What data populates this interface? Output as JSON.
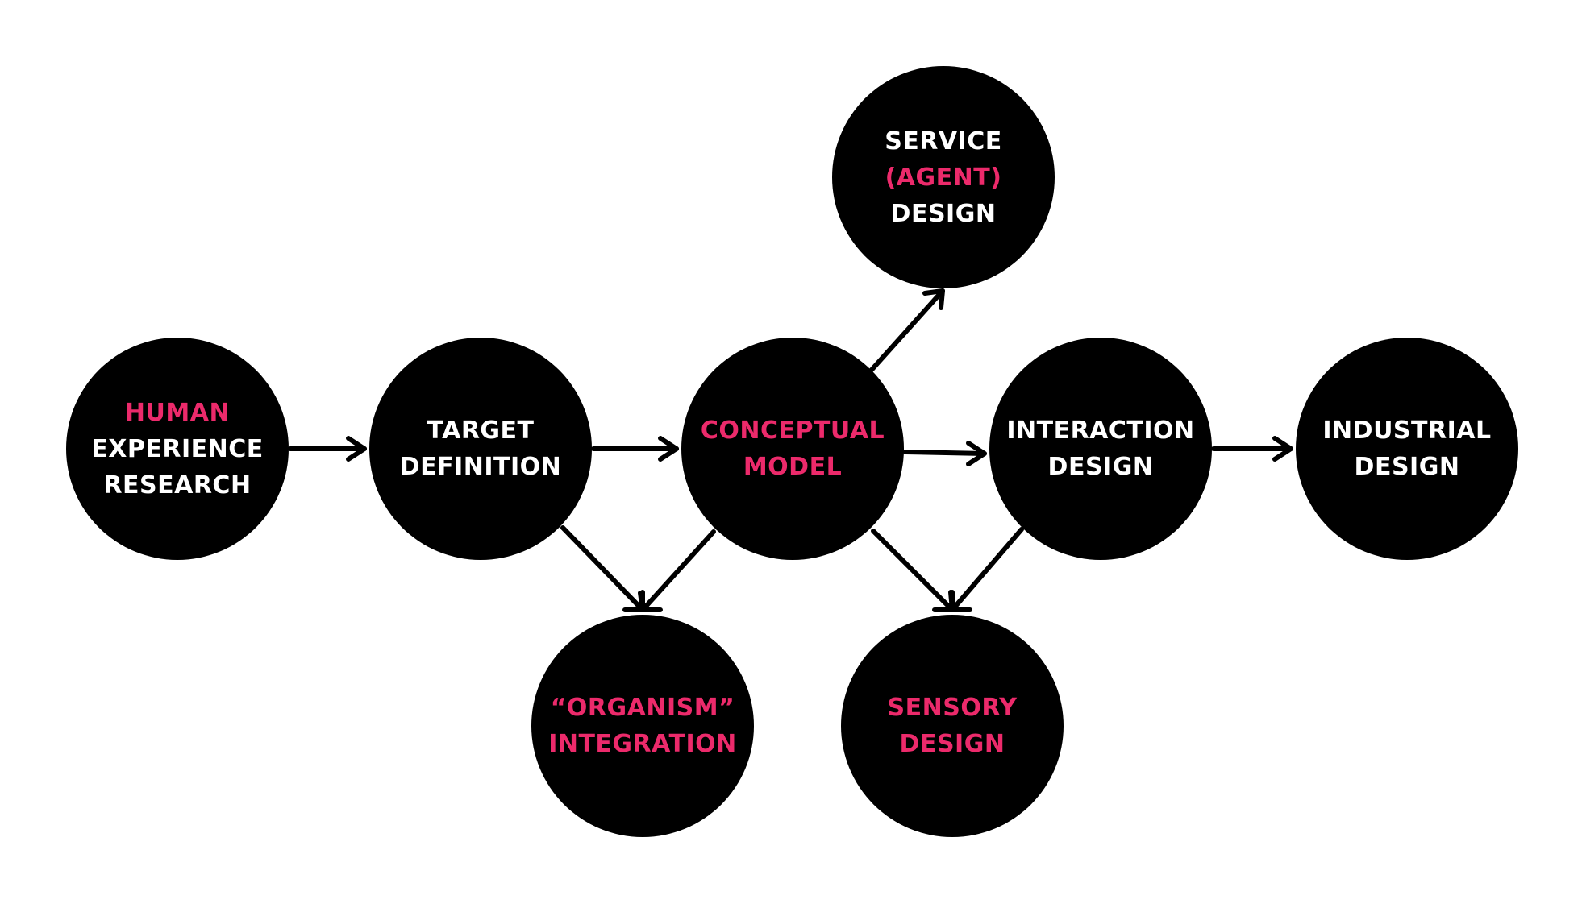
{
  "colors": {
    "node_fill": "#000000",
    "text_primary": "#ffffff",
    "text_accent": "#ec2a6b",
    "arrow": "#000000"
  },
  "nodes": {
    "human": {
      "line1": "HUMAN",
      "line2": "EXPERIENCE",
      "line3": "RESEARCH"
    },
    "target": {
      "line1": "TARGET",
      "line2": "DEFINITION"
    },
    "concept": {
      "line1": "CONCEPTUAL",
      "line2": "MODEL"
    },
    "interact": {
      "line1": "INTERACTION",
      "line2": "DESIGN"
    },
    "industrial": {
      "line1": "INDUSTRIAL",
      "line2": "DESIGN"
    },
    "service": {
      "line1": "SERVICE",
      "line2": "(AGENT)",
      "line3": "DESIGN"
    },
    "organism": {
      "line1": "“ORGANISM”",
      "line2": "INTEGRATION"
    },
    "sensory": {
      "line1": "SENSORY",
      "line2": "DESIGN"
    }
  },
  "edges": [
    {
      "from": "human",
      "to": "target"
    },
    {
      "from": "target",
      "to": "concept"
    },
    {
      "from": "concept",
      "to": "interact"
    },
    {
      "from": "interact",
      "to": "industrial"
    },
    {
      "from": "concept",
      "to": "service"
    },
    {
      "from": "target",
      "to": "organism"
    },
    {
      "from": "concept",
      "to": "organism"
    },
    {
      "from": "concept",
      "to": "sensory"
    },
    {
      "from": "interact",
      "to": "sensory"
    }
  ]
}
